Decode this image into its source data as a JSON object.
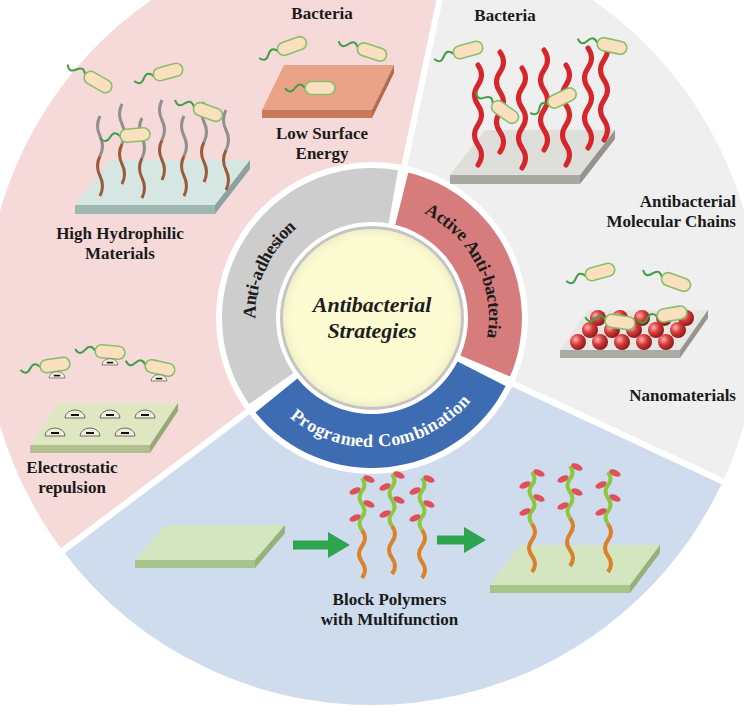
{
  "diagram": {
    "nodes": [
      {
        "text": [
          "Antibacterial Strategies"
        ]
      },
      {
        "text": [
          "Anti-adhesion"
        ]
      },
      {
        "text": [
          "Active Anti-bacteria"
        ]
      },
      {
        "text": [
          "Programed Combination"
        ]
      }
    ],
    "labels": [
      "Bacteria",
      "Low Surface Energy",
      "High Hydrophilic Materials",
      "Electrostatic repulsion",
      "Bacteria",
      "Antibacterial Molecular Chains",
      "Nanomaterials",
      "Block Polymers with Multifunction"
    ]
  }
}
